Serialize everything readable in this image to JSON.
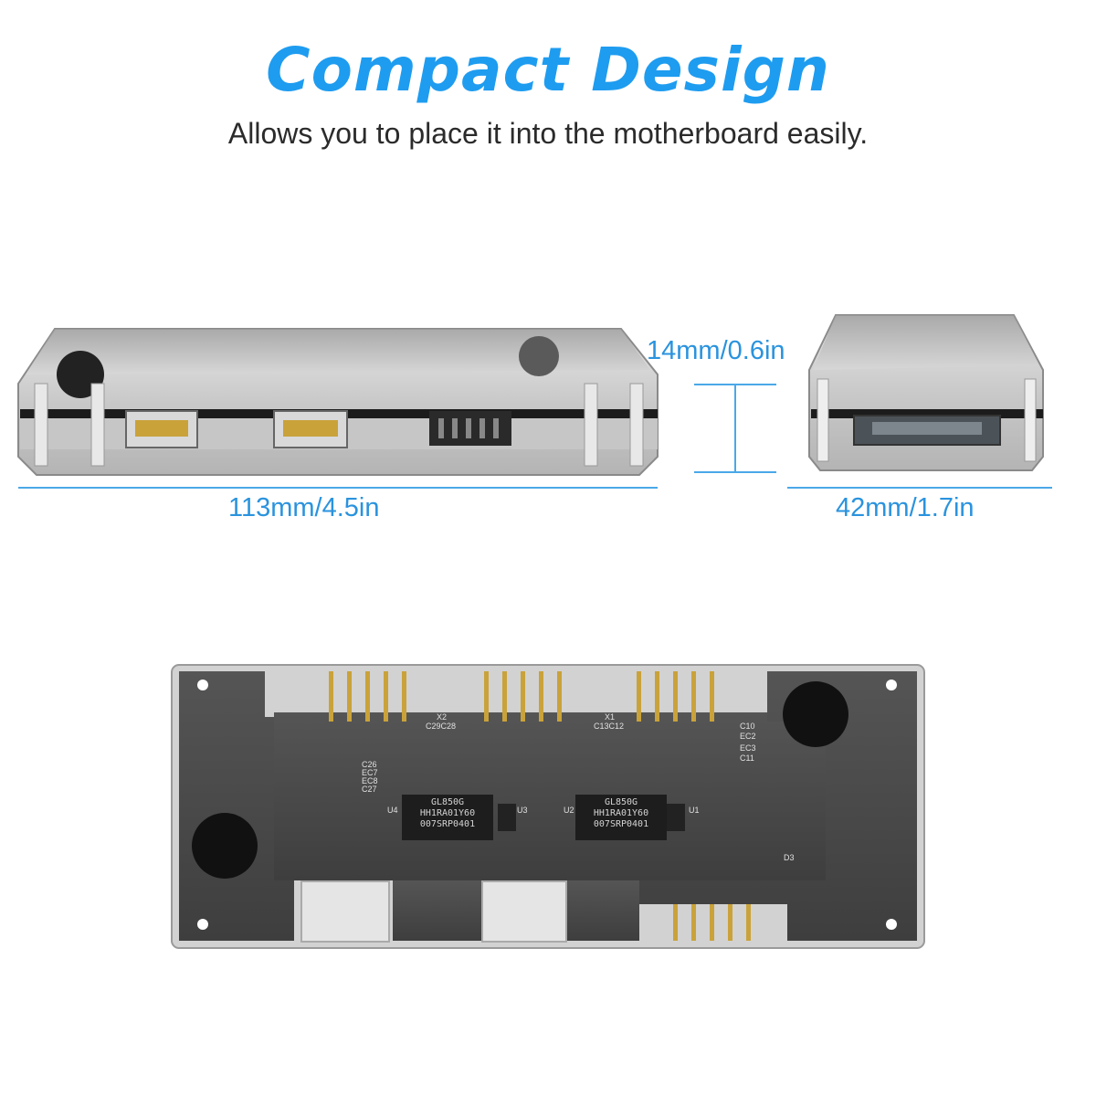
{
  "headline": "Compact Design",
  "subtitle": "Allows you to place it into the motherboard easily.",
  "dimensions": {
    "length": "113mm/4.5in",
    "height": "14mm/0.6in",
    "width": "42mm/1.7in"
  },
  "board": {
    "chip_left": [
      "GL850G",
      "HH1RA01Y60",
      "007SRP0401"
    ],
    "chip_right": [
      "GL850G",
      "HH1RA01Y60",
      "007SRP0401"
    ],
    "silkscreen": [
      "X2",
      "C29C28",
      "X1",
      "C13C12",
      "C10",
      "EC2",
      "EC3",
      "C11",
      "C26",
      "EC7",
      "EC8",
      "C27",
      "U4",
      "U3",
      "U2",
      "U1",
      "D3"
    ]
  },
  "colors": {
    "accent": "#1e9cf0",
    "dimension": "#2a93de",
    "pcb": "#4a4a4a"
  }
}
